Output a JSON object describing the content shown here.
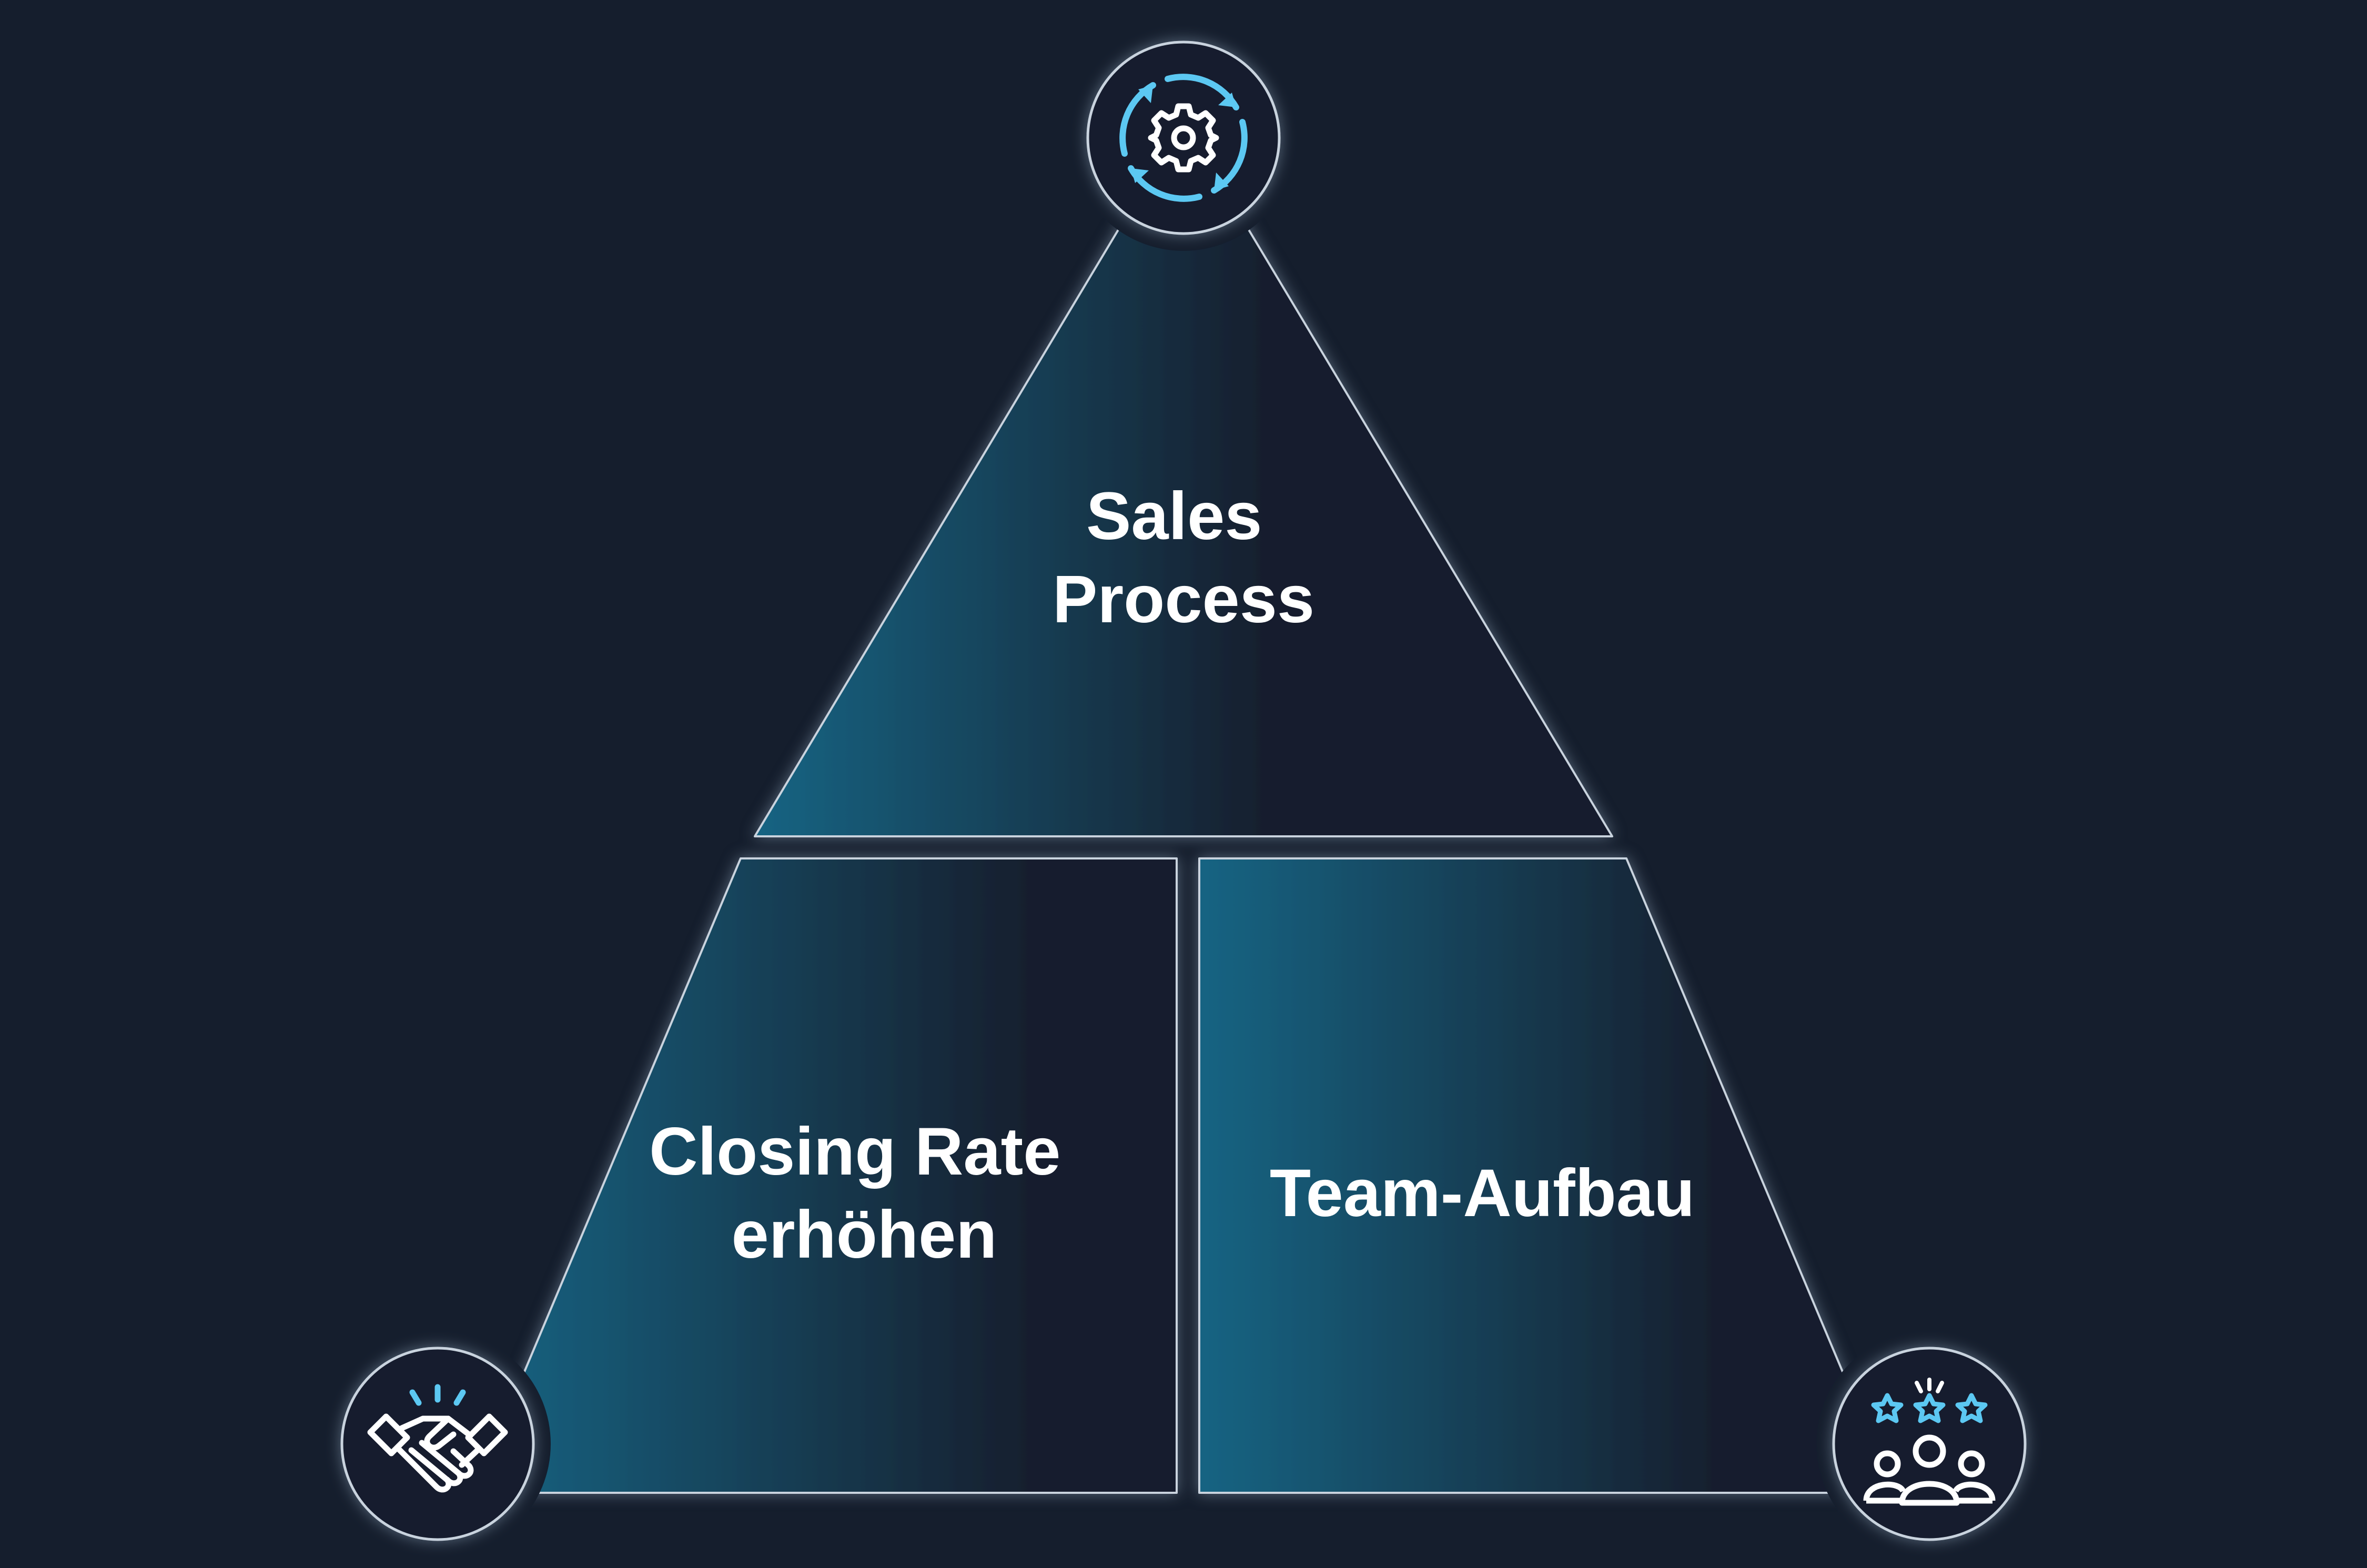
{
  "diagram": {
    "segments": [
      {
        "id": "top",
        "lines": [
          "Sales",
          "Process"
        ]
      },
      {
        "id": "bottom-left",
        "lines": [
          "Closing Rate",
          "erhöhen"
        ]
      },
      {
        "id": "bottom-right",
        "lines": [
          "Team-Aufbau"
        ]
      }
    ],
    "icons": {
      "top": "gear-cycle-icon",
      "bottom_left": "handshake-icon",
      "bottom_right": "team-rating-icon"
    }
  },
  "colors": {
    "background": "#151e2d",
    "segment_teal": "#146483",
    "segment_dark": "#151e2d",
    "icon_accent": "#5cc8f2",
    "icon_white": "#ffffff",
    "outline": "#c9d3de"
  }
}
